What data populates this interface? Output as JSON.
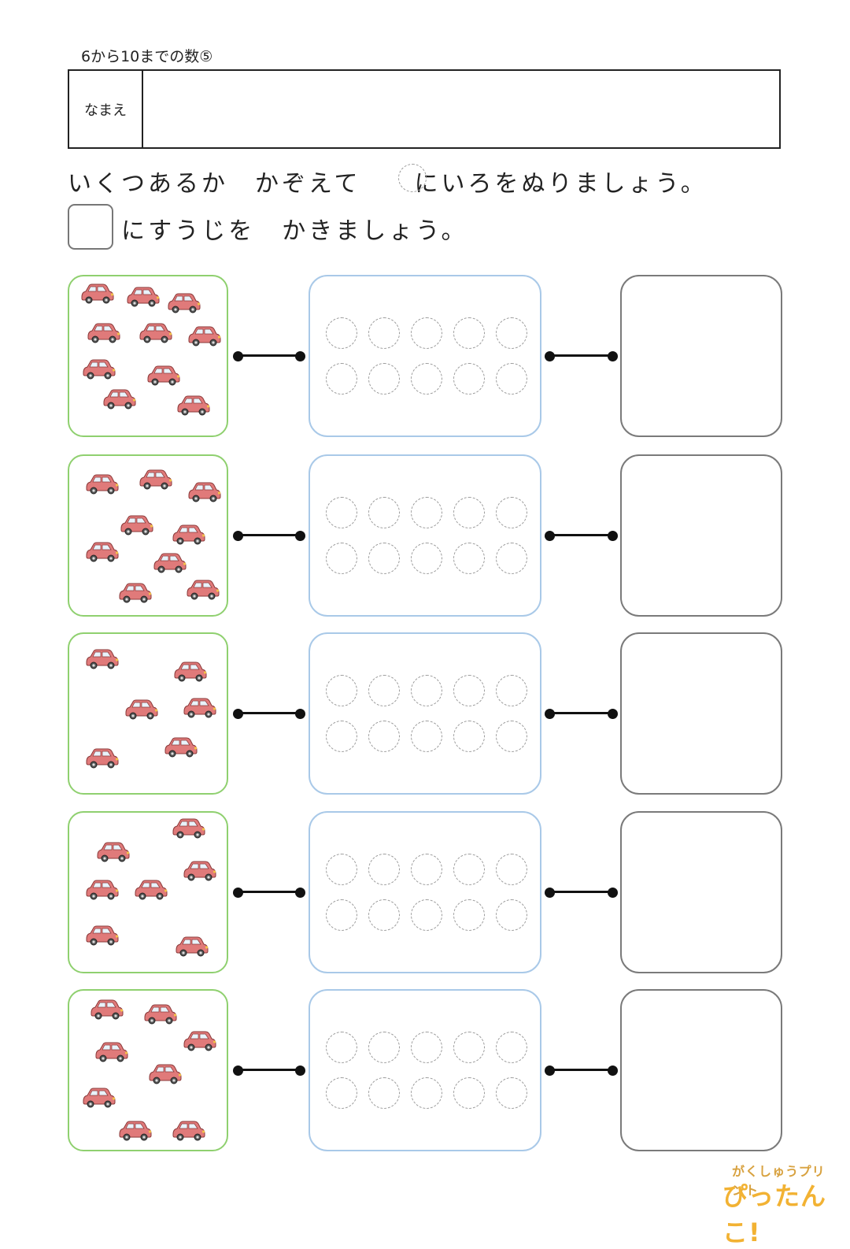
{
  "worksheet": {
    "title": "6から10までの数⑤",
    "name_label": "なまえ",
    "instruction_line1": "いくつあるか　かぞえて　　にいろをぬりましょう。",
    "instruction_line2": "にすうじを　かきましょう。",
    "logo_top": "がくしゅうプリント",
    "logo_bottom": "ぴったんこ!"
  },
  "colors": {
    "picture_border": "#8fd06f",
    "circle_border": "#a9c9e8",
    "answer_border": "#7a7a7a",
    "car_body": "#e07a7a"
  },
  "problems": [
    {
      "object_icon": "car-icon",
      "object_count": 10,
      "circle_count": 10
    },
    {
      "object_icon": "car-icon",
      "object_count": 9,
      "circle_count": 10
    },
    {
      "object_icon": "car-icon",
      "object_count": 6,
      "circle_count": 10
    },
    {
      "object_icon": "car-icon",
      "object_count": 7,
      "circle_count": 10
    },
    {
      "object_icon": "car-icon",
      "object_count": 8,
      "circle_count": 10
    }
  ]
}
